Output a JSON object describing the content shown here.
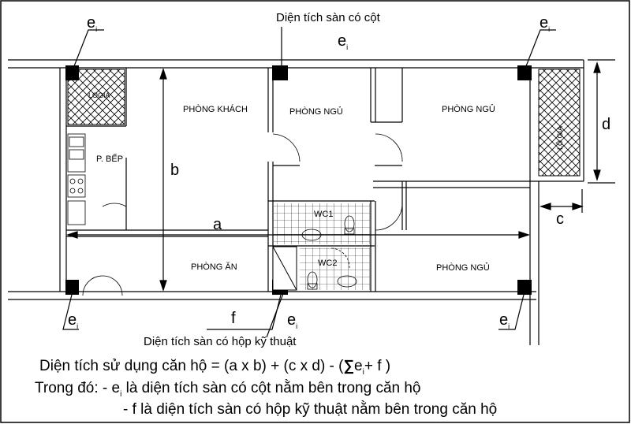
{
  "rooms": {
    "living": "PHÒNG KHÁCH",
    "bed1": "PHÒNG NGỦ",
    "bed2": "PHÒNG NGỦ",
    "bed3": "PHÒNG NGỦ",
    "kitchen": "P. BẾP",
    "dining": "PHÒNG ĂN",
    "wc1": "WC1",
    "wc2": "WC2",
    "small_left": "LOGIA",
    "small_right": "LÔ GIA"
  },
  "dimensions": {
    "a": "a",
    "b": "b",
    "c": "c",
    "d": "d",
    "e": "e",
    "e_sub": "i",
    "f": "f"
  },
  "captions": {
    "column_area": "Diện tích sàn có cột",
    "duct_area": "Diện tích sàn có hộp kỹ thuật"
  },
  "formula": {
    "main_prefix": "Diện tích sử dụng căn hộ = (a x b) + (c x d) - (",
    "sigma": "∑",
    "main_e": "e",
    "main_sub": "i",
    "main_suffix": "+ f )",
    "where_prefix": "Trong đó: - e",
    "where_sub": "i",
    "where_rest": " là diện tích sàn có cột nằm bên trong căn hộ",
    "f_line": "- f là diện tích sàn có hộp kỹ thuật nằm bên trong căn hộ"
  }
}
